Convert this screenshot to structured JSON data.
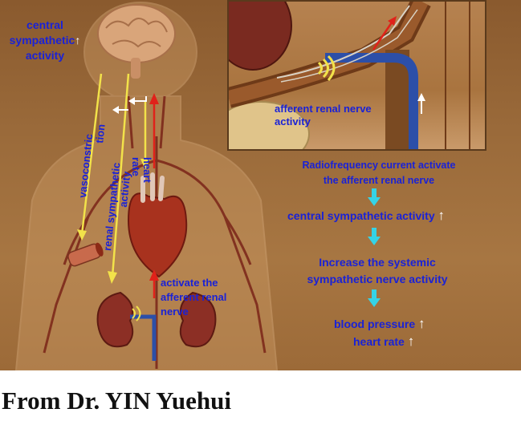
{
  "labels": {
    "central_activity": [
      "central",
      "sympathetic",
      "activity"
    ],
    "vasoconstriction": [
      "vasoconstric",
      "tion"
    ],
    "renal_sympathetic": [
      "renal sympathetic",
      "activity"
    ],
    "heart_rate": [
      "heart",
      "rate"
    ],
    "afferent_inset": [
      "afferent renal nerve",
      "activity"
    ],
    "activate_afferent": [
      "activate the",
      "afferent renal",
      "nerve"
    ],
    "up_arrow": "↑"
  },
  "flow": {
    "step1": [
      "Radiofrequency current activate",
      "the afferent renal nerve"
    ],
    "step2": "central sympathetic activity",
    "step3": [
      "Increase the systemic",
      "sympathetic nerve activity"
    ],
    "step4": [
      "blood pressure",
      "heart rate"
    ]
  },
  "caption": "From Dr. YIN Yuehui",
  "colors": {
    "label_text": "#1a22d6",
    "flow_arrow": "#35d3e6",
    "signal_yellow": "#f2e24a",
    "signal_red": "#e0221a",
    "signal_white": "#ffffff",
    "catheter_blue": "#2c4fa8"
  }
}
